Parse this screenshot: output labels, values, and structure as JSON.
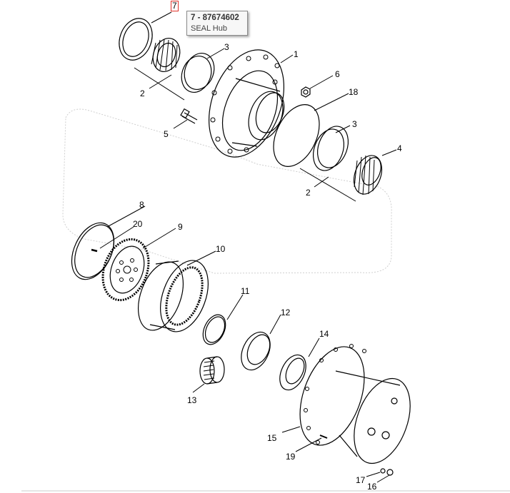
{
  "tooltip": {
    "part_number": "7 - 87674602",
    "description": "SEAL Hub"
  },
  "highlight": {
    "label": "7"
  },
  "callouts": {
    "c1": "1",
    "c2a": "2",
    "c2b": "2",
    "c3a": "3",
    "c3b": "3",
    "c4": "4",
    "c5": "5",
    "c6": "6",
    "c8": "8",
    "c9": "9",
    "c10": "10",
    "c11": "11",
    "c12": "12",
    "c13": "13",
    "c14": "14",
    "c15": "15",
    "c16": "16",
    "c17": "17",
    "c18": "18",
    "c19": "19",
    "c20": "20"
  }
}
